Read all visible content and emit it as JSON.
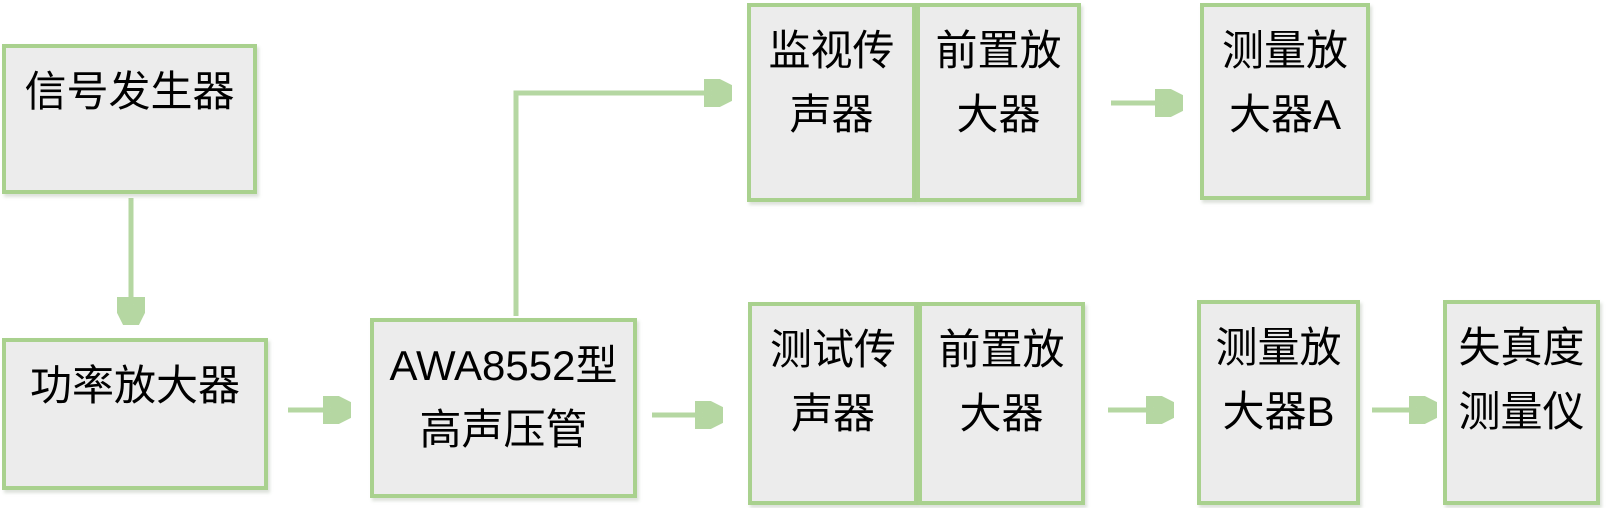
{
  "colors": {
    "border_green": "#a9d18e",
    "arrow_green": "#b5d7a2",
    "box_fill": "#ececec",
    "text_color": "#000000",
    "background": "#ffffff"
  },
  "nodes": {
    "signal_generator": {
      "label": "信号发生器",
      "lines": [
        "信号发生器"
      ]
    },
    "power_amplifier": {
      "label": "功率放大器",
      "lines": [
        "功率放大器"
      ]
    },
    "awa8552_tube": {
      "label": "AWA8552型高声压管",
      "lines": [
        "AWA8552型",
        "高声压管"
      ]
    },
    "monitor_microphone": {
      "label": "监视传声器",
      "lines": [
        "监视传",
        "声器"
      ]
    },
    "preamp_top": {
      "label": "前置放大器",
      "lines": [
        "前置放",
        "大器"
      ]
    },
    "measuring_amplifier_a": {
      "label": "测量放大器A",
      "lines": [
        "测量放",
        "大器A"
      ]
    },
    "test_microphone": {
      "label": "测试传声器",
      "lines": [
        "测试传",
        "声器"
      ]
    },
    "preamp_bottom": {
      "label": "前置放大器",
      "lines": [
        "前置放",
        "大器"
      ]
    },
    "measuring_amplifier_b": {
      "label": "测量放大器B",
      "lines": [
        "测量放",
        "大器B"
      ]
    },
    "distortion_meter": {
      "label": "失真度测量仪",
      "lines": [
        "失真度",
        "测量仪"
      ]
    }
  },
  "connections": [
    {
      "from": "signal_generator",
      "to": "power_amplifier"
    },
    {
      "from": "power_amplifier",
      "to": "awa8552_tube"
    },
    {
      "from": "awa8552_tube",
      "to": "monitor_microphone"
    },
    {
      "from": "preamp_top",
      "to": "measuring_amplifier_a"
    },
    {
      "from": "awa8552_tube",
      "to": "test_microphone"
    },
    {
      "from": "preamp_bottom",
      "to": "measuring_amplifier_b"
    },
    {
      "from": "measuring_amplifier_b",
      "to": "distortion_meter"
    }
  ]
}
